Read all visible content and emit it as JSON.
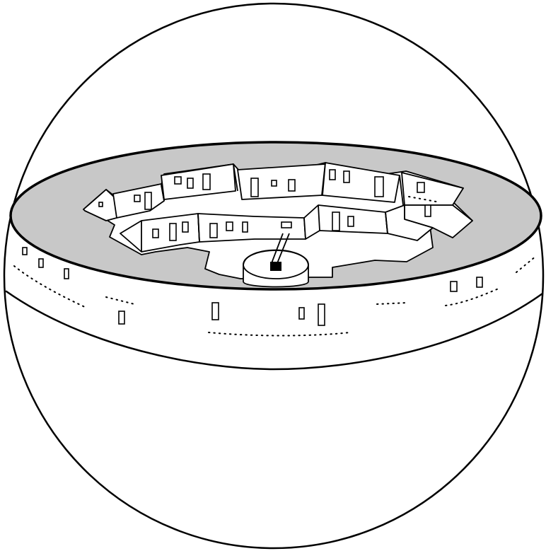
{
  "colors": {
    "ink": "#000000",
    "background": "#ffffff",
    "deck": "#c8c8c8"
  },
  "illustration": {
    "subject": "sphere-habitat-cutaway",
    "parts": [
      "outer-sphere",
      "gray-deck-ring",
      "ring-buildings",
      "courtyard",
      "central-round-structure",
      "equator-band"
    ]
  }
}
